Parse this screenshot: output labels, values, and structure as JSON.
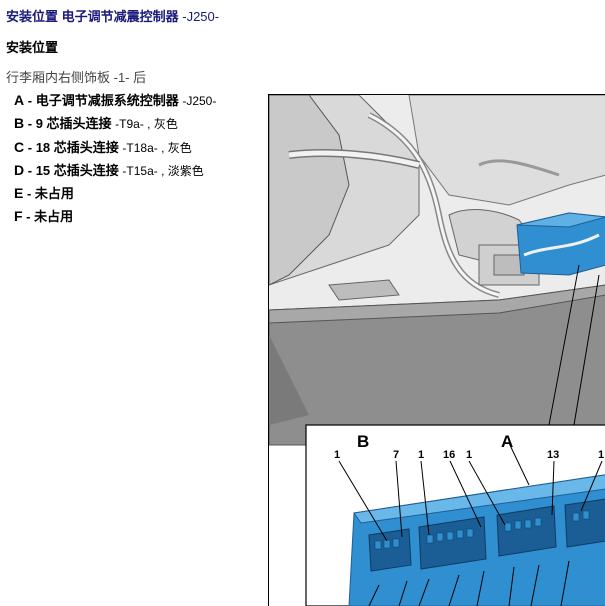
{
  "header": {
    "title_main": "安装位置 电子调节减震控制器",
    "title_code": "-J250-"
  },
  "section": {
    "subtitle": "安装位置",
    "location": "行李厢内右侧饰板 -1- 后"
  },
  "legend": [
    {
      "key": "A",
      "sep": " - ",
      "text": "电子调节减振系统控制器",
      "code": "-J250-",
      "suffix": ""
    },
    {
      "key": "B",
      "sep": " - ",
      "text": "9 芯插头连接",
      "code": "-T9a-",
      "suffix": " , 灰色"
    },
    {
      "key": "C",
      "sep": " - ",
      "text": "18 芯插头连接",
      "code": "-T18a-",
      "suffix": " , 灰色"
    },
    {
      "key": "D",
      "sep": " - ",
      "text": "15 芯插头连接",
      "code": "-T15a-",
      "suffix": " , 淡紫色"
    },
    {
      "key": "E",
      "sep": " - ",
      "text": "未占用",
      "code": "",
      "suffix": ""
    },
    {
      "key": "F",
      "sep": " - ",
      "text": "未占用",
      "code": "",
      "suffix": ""
    }
  ],
  "figure": {
    "label_b": "B",
    "label_a": "A",
    "pin_1a": "1",
    "pin_7": "7",
    "pin_1b": "1",
    "pin_16": "16",
    "pin_1c": "1",
    "pin_13": "13",
    "pin_1d": "1",
    "colors": {
      "controller_blue": "#2f8fd0",
      "controller_dark": "#1e6da8",
      "trim_gray": "#8a8a8a",
      "body_light": "#e6e6e6"
    }
  }
}
